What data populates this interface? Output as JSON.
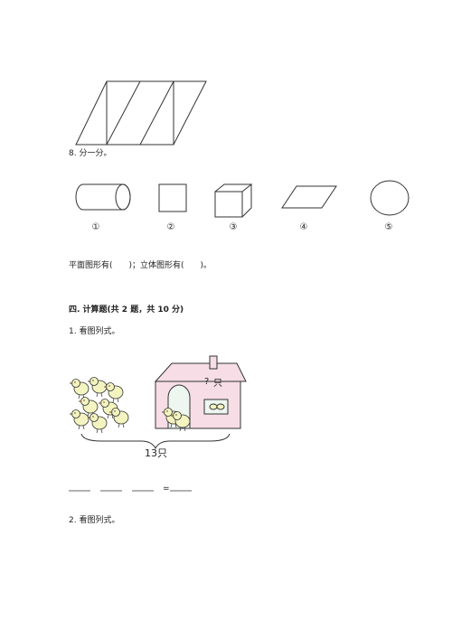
{
  "question8": {
    "title": "8. 分一分。",
    "shapes": [
      {
        "label": "①",
        "icon": "cylinder-icon"
      },
      {
        "label": "②",
        "icon": "square-icon"
      },
      {
        "label": "③",
        "icon": "cube-icon"
      },
      {
        "label": "④",
        "icon": "parallelogram-icon"
      },
      {
        "label": "⑤",
        "icon": "circle-icon"
      }
    ],
    "answer_prompt": "平面图形有(　　)；立体图形有(　　)。"
  },
  "section4": {
    "heading": "四. 计算题(共 2 题，共 10 分)",
    "q1": {
      "title": "1. 看图列式。",
      "house_label": "只",
      "question_mark": "?",
      "total_label": "13只",
      "equation_equals": "="
    },
    "q2": {
      "title": "2. 看图列式。"
    }
  }
}
